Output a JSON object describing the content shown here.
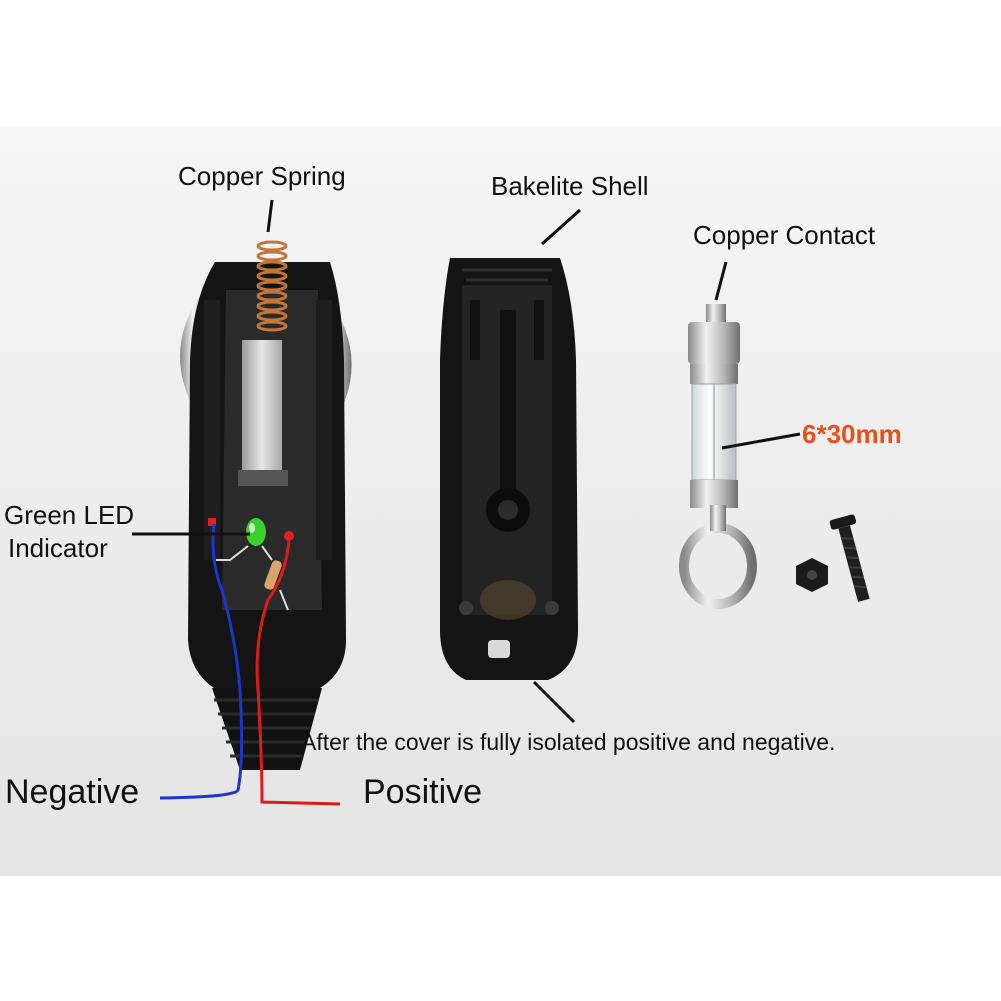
{
  "labels": {
    "copper_spring": "Copper Spring",
    "bakelite_shell": "Bakelite Shell",
    "copper_contact": "Copper Contact",
    "fuse_size": "6*30mm",
    "green_led_line1": "Green LED",
    "green_led_line2": "Indicator",
    "cover_note": "After the cover is fully isolated positive and negative.",
    "negative": "Negative",
    "positive": "Positive"
  },
  "colors": {
    "photo_background": "#eeeeee",
    "plastic": "#141414",
    "fuse_label": "#e8501c",
    "positive_wire": "#d91c1c",
    "negative_wire": "#1d35c8",
    "copper": "#c4763a",
    "led": "#3ccd2e"
  }
}
